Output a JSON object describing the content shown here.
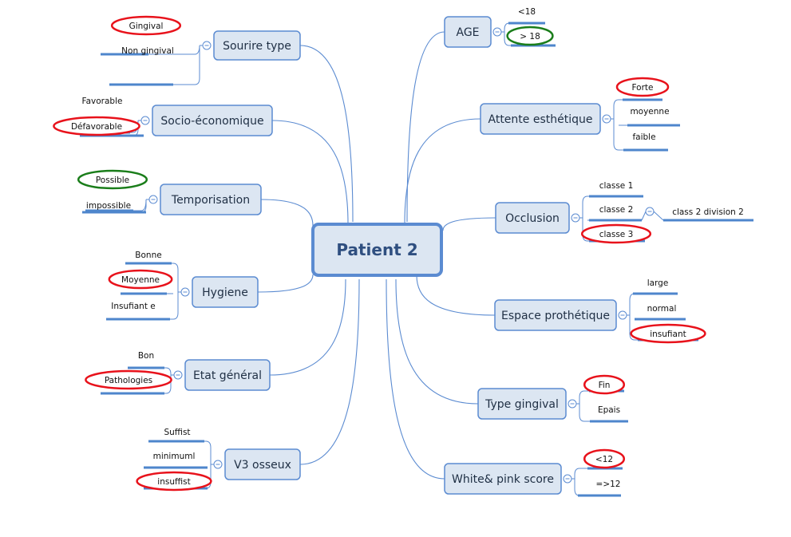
{
  "center": "Patient 2",
  "colors": {
    "node_fill": "#dce6f2",
    "node_border": "#5b8bd1",
    "line": "#5b8bd1",
    "bar": "#4e86cc",
    "red": "#e8121b",
    "green": "#1a7d1a"
  },
  "branches": {
    "sourire": {
      "label": "Sourire type",
      "leaves": [
        "Gingival",
        "Non gingival"
      ],
      "highlight": [
        "red",
        null
      ]
    },
    "socio": {
      "label": "Socio-économique",
      "leaves": [
        "Favorable",
        "Défavorable"
      ],
      "highlight": [
        null,
        "red"
      ]
    },
    "tempo": {
      "label": "Temporisation",
      "leaves": [
        "Possible",
        "impossible"
      ],
      "highlight": [
        "green",
        null
      ]
    },
    "hygiene": {
      "label": "Hygiene",
      "leaves": [
        "Bonne",
        "Moyenne",
        "Insufiant e"
      ],
      "highlight": [
        null,
        "red",
        null
      ]
    },
    "etat": {
      "label": "Etat général",
      "leaves": [
        "Bon",
        "Pathologies"
      ],
      "highlight": [
        null,
        "red"
      ]
    },
    "v3": {
      "label": "V3 osseux",
      "leaves": [
        "Suffist",
        "minimuml",
        "insuffist"
      ],
      "highlight": [
        null,
        null,
        "red"
      ]
    },
    "age": {
      "label": "AGE",
      "leaves": [
        "<18",
        "> 18"
      ],
      "highlight": [
        null,
        "green"
      ]
    },
    "attente": {
      "label": "Attente esthétique",
      "leaves": [
        "Forte",
        "moyenne",
        "faible"
      ],
      "highlight": [
        "red",
        null,
        null
      ]
    },
    "occlusion": {
      "label": "Occlusion",
      "leaves": [
        "classe 1",
        "classe 2",
        "classe 3"
      ],
      "highlight": [
        null,
        null,
        "red"
      ],
      "sub": "class 2 division 2"
    },
    "espace": {
      "label": "Espace prothétique",
      "leaves": [
        "large",
        "normal",
        "insufiant"
      ],
      "highlight": [
        null,
        null,
        "red"
      ]
    },
    "gingival": {
      "label": "Type gingival",
      "leaves": [
        "Fin",
        "Epais"
      ],
      "highlight": [
        "red",
        null
      ]
    },
    "white": {
      "label": "White& pink score",
      "leaves": [
        "<12",
        "=>12"
      ],
      "highlight": [
        "red",
        null
      ]
    }
  }
}
